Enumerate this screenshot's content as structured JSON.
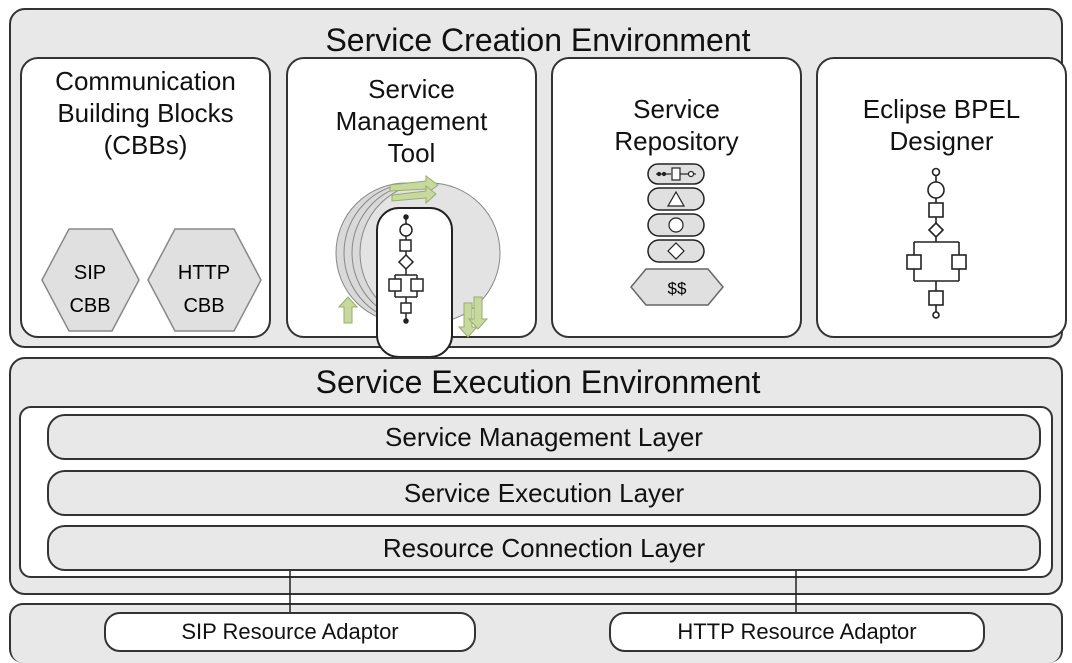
{
  "creation_env": {
    "title": "Service Creation Environment",
    "panels": [
      {
        "title": "Communication\nBuilding Blocks\n(CBBs)",
        "hexagons": [
          {
            "line1": "SIP",
            "line2": "CBB"
          },
          {
            "line1": "HTTP",
            "line2": "CBB"
          }
        ]
      },
      {
        "title": "Service\nManagement\nTool"
      },
      {
        "title": "Service\nRepository",
        "token": "$$"
      },
      {
        "title": "Eclipse BPEL\nDesigner"
      }
    ]
  },
  "execution_env": {
    "title": "Service Execution Environment",
    "layers": [
      "Service Management Layer",
      "Service Execution Layer",
      "Resource Connection Layer"
    ]
  },
  "adaptors": [
    "SIP Resource Adaptor",
    "HTTP Resource Adaptor"
  ],
  "colors": {
    "panel_gray": "#e8e8e8",
    "hexagon": "#e0e0e0",
    "arrow_green": "#c8d9a0",
    "border": "#333333"
  }
}
